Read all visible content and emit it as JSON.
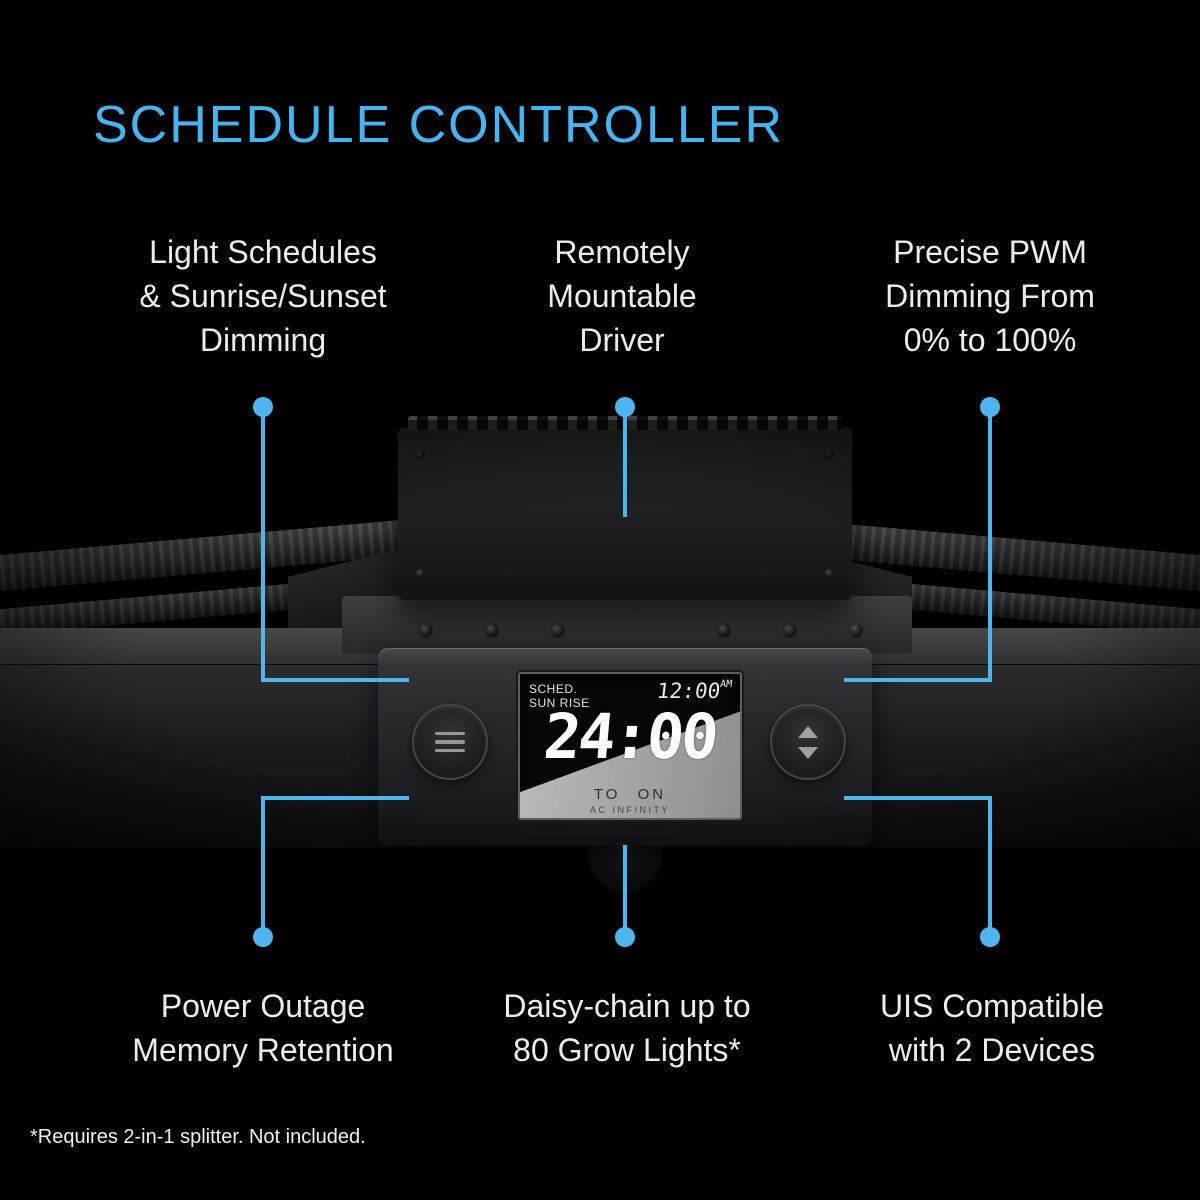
{
  "page": {
    "title": "SCHEDULE CONTROLLER",
    "footnote": "*Requires 2-in-1 splitter. Not included."
  },
  "colors": {
    "background": "#000000",
    "accent": "#4fb5ef",
    "text": "#ececec"
  },
  "features": [
    {
      "id": "light-schedules",
      "lines": [
        "Light Schedules",
        "& Sunrise/Sunset",
        "Dimming"
      ]
    },
    {
      "id": "remotely-mountable-driver",
      "lines": [
        "Remotely",
        "Mountable",
        "Driver"
      ]
    },
    {
      "id": "precise-pwm-dimming",
      "lines": [
        "Precise PWM",
        "Dimming From",
        "0% to 100%"
      ]
    },
    {
      "id": "power-outage-memory",
      "lines": [
        "Power Outage",
        "Memory Retention"
      ]
    },
    {
      "id": "daisy-chain",
      "lines": [
        "Daisy-chain up to",
        "80 Grow Lights*"
      ]
    },
    {
      "id": "uis-compatible",
      "lines": [
        "UIS Compatible",
        "with 2 Devices"
      ]
    }
  ],
  "device": {
    "display": {
      "mode_line1": "SCHED.",
      "mode_line2": "SUN RISE",
      "clock_time": "12:00",
      "clock_meridiem": "AM",
      "main_time": "24:00",
      "status": "TO ON",
      "brand": "AC INFINITY"
    }
  }
}
